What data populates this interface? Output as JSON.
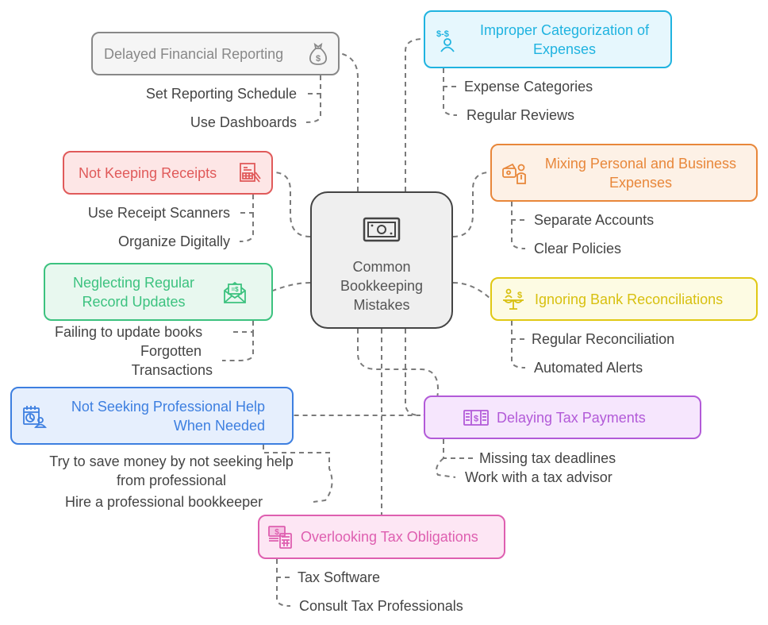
{
  "center": {
    "title_lines": [
      "Common",
      "Bookkeeping",
      "Mistakes"
    ],
    "icon": "cash-bill-icon"
  },
  "nodes": [
    {
      "id": "delayed-financial-reporting",
      "label": "Delayed Financial Reporting",
      "icon": "money-bag-icon",
      "color": "#888888",
      "bg": "#f5f5f5",
      "text_color": "#888888",
      "children": [
        "Set Reporting Schedule",
        "Use Dashboards"
      ]
    },
    {
      "id": "improper-categorization",
      "label_lines": [
        "Improper Categorization of",
        "Expenses"
      ],
      "icon": "money-exchange-person-icon",
      "color": "#1fb3e0",
      "bg": "#e6f7fd",
      "text_color": "#1fb3e0",
      "children": [
        "Expense Categories",
        "Regular Reviews"
      ]
    },
    {
      "id": "not-keeping-receipts",
      "label": "Not Keeping Receipts",
      "icon": "receipt-hand-icon",
      "color": "#e05a5a",
      "bg": "#fde6e6",
      "text_color": "#e05a5a",
      "children": [
        "Use Receipt Scanners",
        "Organize Digitally"
      ]
    },
    {
      "id": "mixing-expenses",
      "label_lines": [
        "Mixing Personal and Business",
        "Expenses"
      ],
      "icon": "wallet-person-icon",
      "color": "#e8873a",
      "bg": "#fdf1e6",
      "text_color": "#e8873a",
      "children": [
        "Separate Accounts",
        "Clear Policies"
      ]
    },
    {
      "id": "neglecting-updates",
      "label_lines": [
        "Neglecting Regular",
        "Record Updates"
      ],
      "icon": "envelope-dollar-icon",
      "color": "#3cc27f",
      "bg": "#e8f8ef",
      "text_color": "#3cc27f",
      "children": [
        "Failing to update books",
        "Forgotten",
        "Transactions"
      ]
    },
    {
      "id": "ignoring-reconciliations",
      "label": "Ignoring Bank Reconciliations",
      "icon": "balance-scale-icon",
      "color": "#e0c814",
      "bg": "#fdfbe3",
      "text_color": "#d8c010",
      "children": [
        "Regular Reconciliation",
        "Automated Alerts"
      ]
    },
    {
      "id": "not-seeking-help",
      "label_lines": [
        "Not Seeking Professional Help",
        "When Needed"
      ],
      "icon": "calendar-person-icon",
      "color": "#3d7fe0",
      "bg": "#e6effd",
      "text_color": "#3d7fe0",
      "children": [
        "Try to save money by not seeking help",
        "from professional",
        "Hire a professional bookkeeper"
      ]
    },
    {
      "id": "delaying-tax-payments",
      "label": "Delaying Tax Payments",
      "icon": "cash-stack-icon",
      "color": "#b25ad8",
      "bg": "#f6e6fd",
      "text_color": "#b25ad8",
      "children": [
        "Missing tax deadlines",
        "Work with a tax advisor"
      ]
    },
    {
      "id": "overlooking-tax",
      "label": "Overlooking Tax Obligations",
      "icon": "money-calculator-icon",
      "color": "#de5fb0",
      "bg": "#fde6f4",
      "text_color": "#de5fb0",
      "children": [
        "Tax Software",
        "Consult Tax Professionals"
      ]
    }
  ]
}
